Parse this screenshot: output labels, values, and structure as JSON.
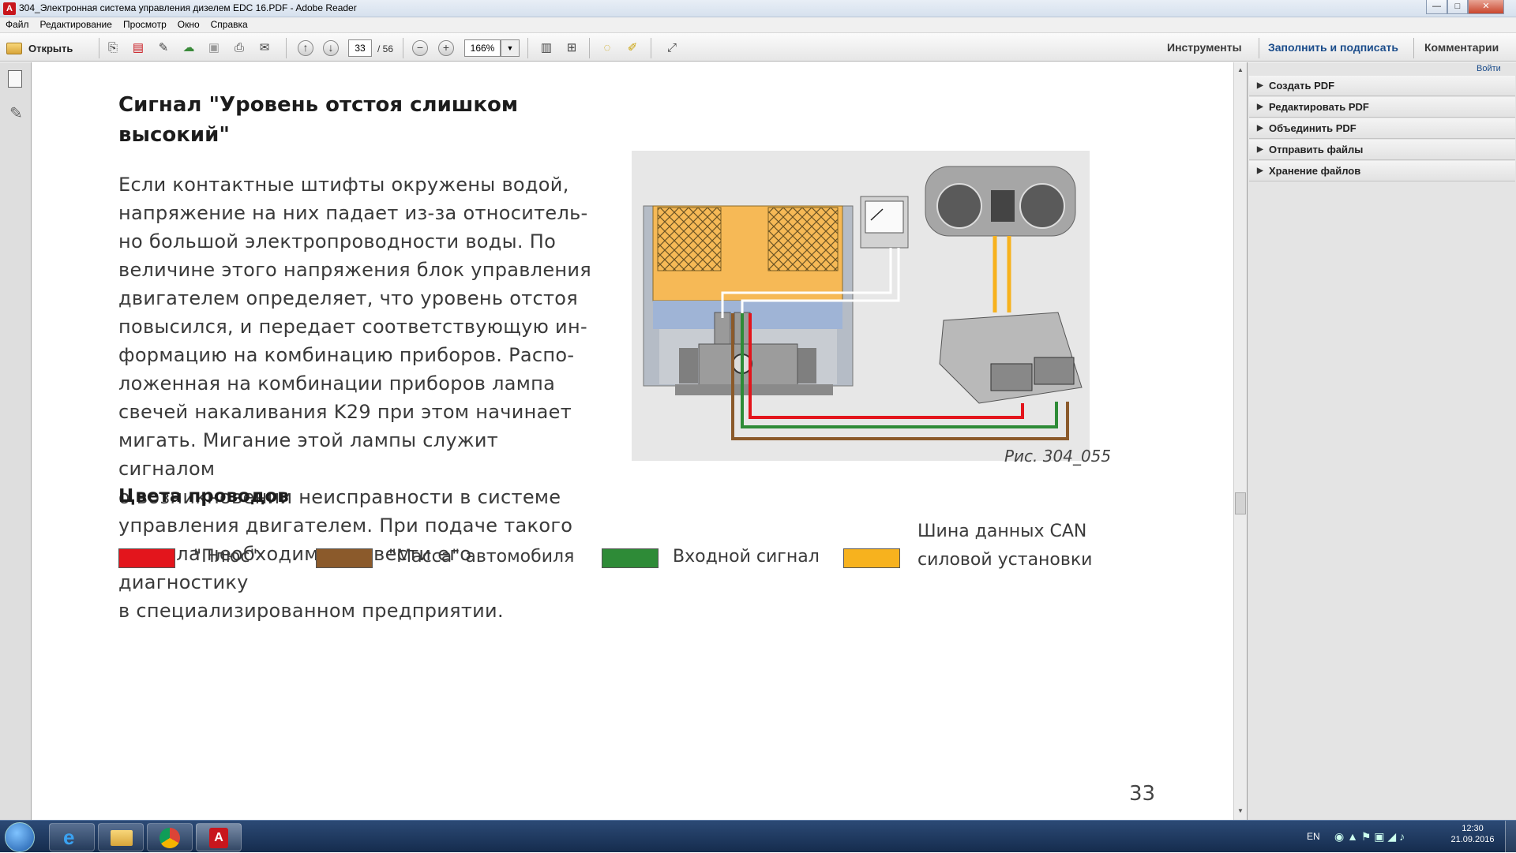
{
  "window": {
    "title": "304_Электронная система управления дизелем EDC 16.PDF - Adobe Reader",
    "controls": [
      "—",
      "□",
      "✕"
    ]
  },
  "menu": [
    "Файл",
    "Редактирование",
    "Просмотр",
    "Окно",
    "Справка"
  ],
  "toolbar": {
    "open_label": "Открыть",
    "page_current": "33",
    "page_total": "/ 56",
    "zoom": "166%",
    "tools_label": "Инструменты",
    "fill_sign_label": "Заполнить и подписать",
    "comments_label": "Комментарии"
  },
  "right_pane": {
    "signin": "Войти",
    "items": [
      "Создать PDF",
      "Редактировать PDF",
      "Объединить PDF",
      "Отправить файлы",
      "Хранение файлов"
    ]
  },
  "document": {
    "heading_line1": "Сигнал \"Уровень отстоя слишком",
    "heading_line2": "высокий\"",
    "paragraph_lines": [
      "Если контактные штифты окружены водой,",
      "напряжение на них падает из-за относитель-",
      "но большой электропроводности воды. По",
      "величине этого напряжения блок управления",
      "двигателем определяет, что уровень отстоя",
      "повысился, и передает соответствующую ин-",
      "формацию на комбинацию приборов. Распо-",
      "ложенная на комбинации приборов лампа",
      "свечей накаливания K29 при этом начинает",
      "мигать. Мигание этой лампы служит сигналом",
      "о возникновении неисправности в системе",
      "управления двигателем. При подаче такого",
      "сигнала необходимо провести его диагностику",
      "в специализированном предприятии."
    ],
    "figure_caption": "Рис. 304_055",
    "wire_colors_heading": "Цвета проводов",
    "legend": [
      {
        "label": "\"Плюс\"",
        "color": "#e3151c"
      },
      {
        "label": "\"Масса\" автомобиля",
        "color": "#8b5a2b"
      },
      {
        "label": "Входной сигнал",
        "color": "#2e8b37"
      },
      {
        "label_line1": "Шина данных CAN",
        "label_line2": "силовой установки",
        "color": "#f7b21e"
      }
    ],
    "page_number": "33"
  },
  "taskbar": {
    "lang": "EN",
    "time": "12:30",
    "date": "21.09.2016"
  }
}
